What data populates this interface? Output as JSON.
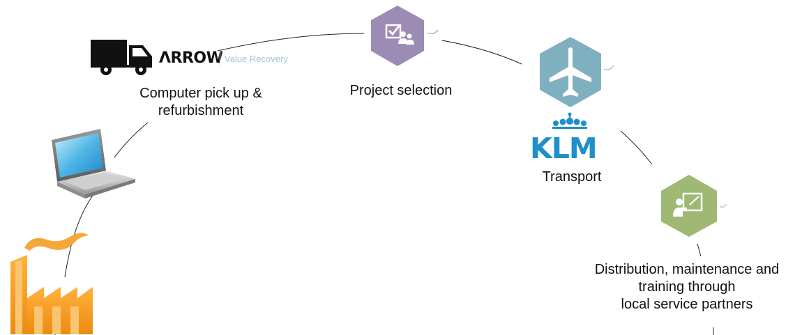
{
  "nodes": {
    "pickup": {
      "label_line1": "Computer pick up &",
      "label_line2": "refurbishment",
      "brand_name": "ΛRROW",
      "brand_tagline": "Value Recovery"
    },
    "selection": {
      "label": "Project selection"
    },
    "transport": {
      "label": "Transport",
      "airline_logo_text": "KLM"
    },
    "distribution": {
      "label_line1": "Distribution, maintenance and",
      "label_line2": "training through",
      "label_line3": "local service partners"
    }
  },
  "colors": {
    "selection_hex": "#9b8bb5",
    "transport_hex": "#7fb0c0",
    "distribution_hex": "#9fb873",
    "factory": "#f39a1e",
    "klm_blue": "#1e8fc8"
  }
}
